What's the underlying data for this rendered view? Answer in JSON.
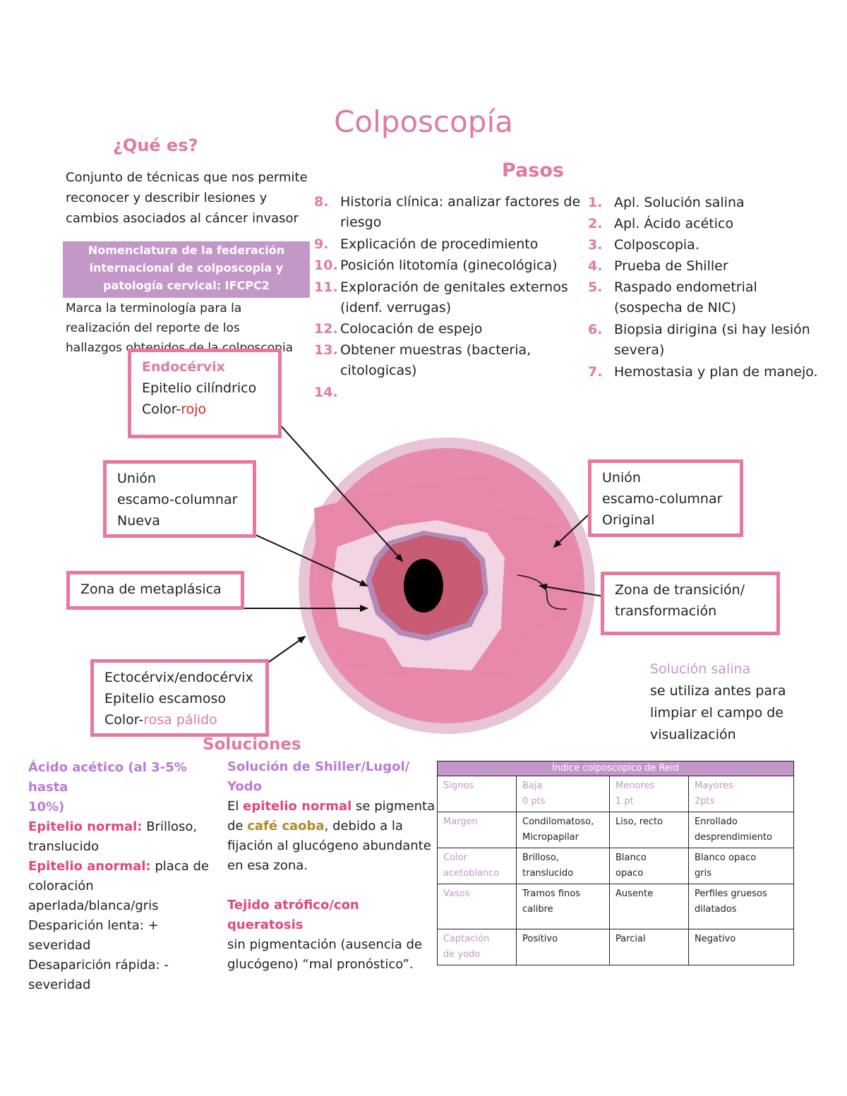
{
  "title": "Colposcopía",
  "que_es": {
    "heading": "¿Qué es?",
    "lines": [
      "Conjunto de técnicas que nos permite",
      "reconocer y describir lesiones y",
      "cambios asociados al cáncer invasor"
    ]
  },
  "nomenclatura": {
    "lines": [
      "Nomenclatura de la federación",
      "internacional de colposcopia y",
      "patología cervical: IFCPC2"
    ],
    "desc_lines": [
      "Marca la terminología para la",
      "realización del reporte de los",
      "hallazgos obtenidos de la colposcopia"
    ]
  },
  "pasos": {
    "heading": "Pasos",
    "col_left": [
      {
        "num": "8.",
        "lines": [
          "Historia clínica: analizar factores de",
          "riesgo"
        ]
      },
      {
        "num": "9.",
        "lines": [
          "Explicación de procedimiento"
        ]
      },
      {
        "num": "10.",
        "lines": [
          "Posición litotomía (ginecológica)"
        ]
      },
      {
        "num": "11.",
        "lines": [
          "Exploración de genitales externos",
          "(idenf. verrugas)"
        ]
      },
      {
        "num": "12.",
        "lines": [
          "Colocación de espejo"
        ]
      },
      {
        "num": "13.",
        "lines": [
          "Obtener muestras (bacteria,",
          "citologicas)"
        ]
      },
      {
        "num": "14.",
        "lines": []
      }
    ],
    "col_right": [
      {
        "num": "1.",
        "lines": [
          "Apl. Solución salina"
        ]
      },
      {
        "num": "2.",
        "lines": [
          "Apl. Ácido acético"
        ]
      },
      {
        "num": "3.",
        "lines": [
          "Colposcopia."
        ]
      },
      {
        "num": "4.",
        "lines": [
          "Prueba de Shiller"
        ]
      },
      {
        "num": "5.",
        "lines": [
          "Raspado endometrial",
          "(sospecha de NIC)"
        ]
      },
      {
        "num": "6.",
        "lines": [
          "Biopsia dirigina (si hay lesión",
          "severa)"
        ]
      },
      {
        "num": "7.",
        "lines": [
          "Hemostasia y plan de manejo."
        ]
      }
    ]
  },
  "labels": {
    "endocervix": {
      "title": "Endocérvix",
      "line2": "Epitelio cilíndrico",
      "color_prefix": "Color-",
      "color_value": "rojo"
    },
    "union_nueva": {
      "lines": [
        "Unión",
        "escamo-columnar",
        "Nueva"
      ]
    },
    "union_original": {
      "lines": [
        "Unión",
        "escamo-columnar",
        "Original"
      ]
    },
    "zona_metaplasica": "Zona de metaplásica",
    "zona_transicion": {
      "lines": [
        "Zona de transición/",
        "transformación"
      ]
    },
    "ectocervix": {
      "line1": "Ectocérvix/endocérvix",
      "line2": "Epitelio escamoso",
      "color_prefix": "Color-",
      "color_value": "rosa pálido"
    }
  },
  "solucion_salina": {
    "title": "Solución salina",
    "lines": [
      "se utiliza antes para",
      "limpiar el campo de",
      "visualización"
    ]
  },
  "soluciones": {
    "heading": "Soluciones",
    "acido": {
      "title_lines": [
        "Ácido acético (al 3-5% hasta",
        "10%)"
      ],
      "normal_label": "Epitelio normal:",
      "normal_text": " Brilloso,",
      "normal_text2": "translucido",
      "anormal_label": "Epitelio anormal:",
      "anormal_text": " placa de",
      "anormal_lines": [
        "coloración",
        "aperlada/blanca/gris",
        "Desparición lenta: +",
        "severidad",
        "Desaparición rápida: -",
        "severidad"
      ]
    },
    "shiller": {
      "title": "Solución de Shiller/Lugol/ Yodo",
      "p1_a": "El ",
      "p1_b": "epitelio normal",
      "p1_c": " se pigmenta",
      "p2_a": "de ",
      "p2_b": "café caoba",
      "p2_c": ", debido a la",
      "p_lines": [
        "fijación al glucógeno abundante",
        "en esa zona."
      ],
      "tejido_title": "Tejido atrófico/con queratosis",
      "tejido_lines": [
        "sin pigmentación (ausencia de",
        "glucógeno) “mal pronóstico”."
      ]
    }
  },
  "reid": {
    "title": "Índice colposcopico de Reid",
    "header": {
      "signos": "Signos",
      "baja": [
        "Baja",
        "0 pts"
      ],
      "menores": [
        "Menores",
        "1 pt"
      ],
      "mayores": [
        "Mayores",
        "2pts"
      ]
    },
    "rows": [
      {
        "label": [
          "Margen"
        ],
        "baja": [
          "Condilomatoso,",
          "Micropapilar"
        ],
        "menores": [
          "Liso, recto"
        ],
        "mayores": [
          "Enrollado",
          "desprendimiento"
        ]
      },
      {
        "label": [
          "Color",
          "acetoblanco"
        ],
        "baja": [
          "Brilloso,",
          "translucido"
        ],
        "menores": [
          "Blanco",
          "opaco"
        ],
        "mayores": [
          "Blanco opaco",
          "gris"
        ]
      },
      {
        "label": [
          "Vasos"
        ],
        "baja": [
          "Tramos finos",
          "calibre"
        ],
        "menores": [
          "Ausente"
        ],
        "mayores": [
          "Perfiles gruesos",
          "dilatados"
        ]
      },
      {
        "label": [
          "Captación",
          "de yodo"
        ],
        "baja": [
          "Positivo"
        ],
        "menores": [
          "Parcial"
        ],
        "mayores": [
          "Negativo"
        ]
      }
    ]
  },
  "colors": {
    "pink": "#e07aa0",
    "purple": "#c497c9",
    "box_border": "#e8789c"
  }
}
